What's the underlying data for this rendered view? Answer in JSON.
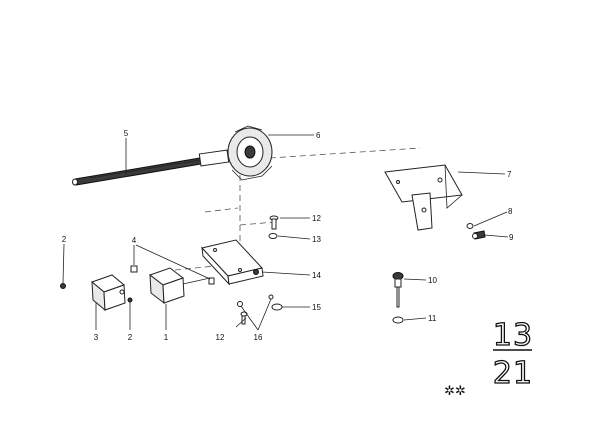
{
  "callouts": {
    "c1": "1",
    "c2a": "2",
    "c2b": "2",
    "c3": "3",
    "c4": "4",
    "c5": "5",
    "c6": "6",
    "c7": "7",
    "c8": "8",
    "c9": "9",
    "c10": "10",
    "c11": "11",
    "c12a": "12",
    "c12b": "12",
    "c13": "13",
    "c14": "14",
    "c15": "15",
    "c16": "16"
  },
  "group": {
    "top": "13",
    "bottom": "21"
  },
  "marks": {
    "stars": "✲✲"
  },
  "colors": {
    "ink": "#111111",
    "paper": "#ffffff"
  }
}
